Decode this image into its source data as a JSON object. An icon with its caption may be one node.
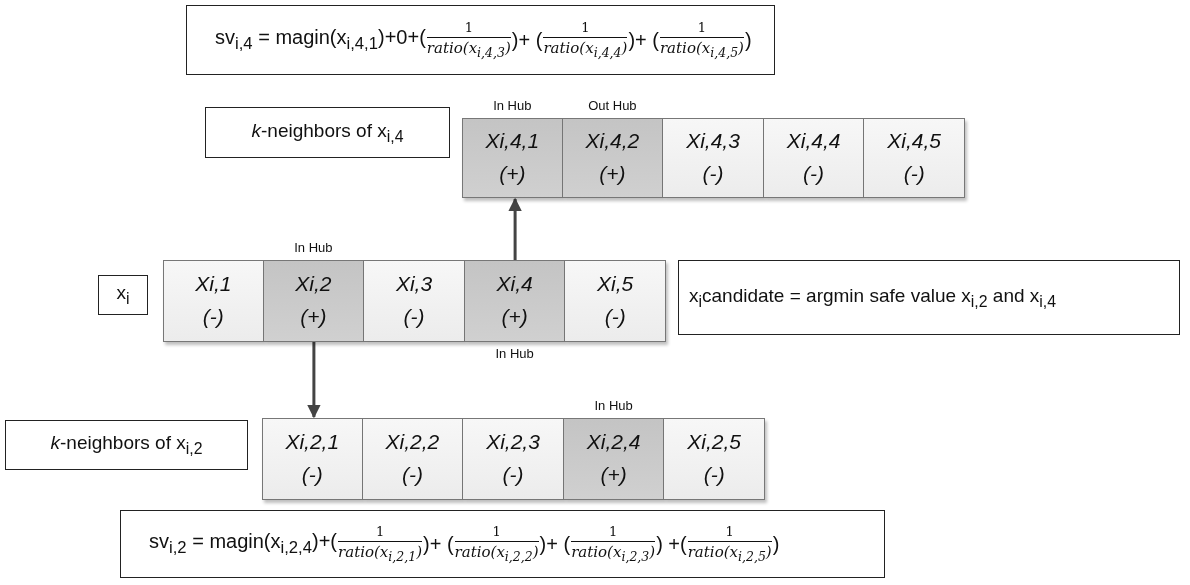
{
  "diagram": {
    "nodes": [
      {
        "text": [
          "sv$_{i,4}$ = magin(x$_{i,4,1}$)+0+(",
          "1",
          "ratio(x$_{i,4,3}$)",
          ")+ (",
          "1",
          "ratio(x$_{i,4,4}$)",
          ")+ (",
          "1",
          "ratio(x$_{i,4,5}$)",
          ")"
        ]
      },
      {
        "text": [
          "*k*-neighbors of x$_{i,4}$"
        ]
      },
      {
        "text": [
          "Xi,4,1",
          "(+)"
        ],
        "beside": [
          "In Hub"
        ]
      },
      {
        "text": [
          "Xi,4,2",
          "(+)"
        ],
        "beside": [
          "Out Hub"
        ]
      },
      {
        "text": [
          "Xi,4,3",
          "(-)"
        ]
      },
      {
        "text": [
          "Xi,4,4",
          "(-)"
        ]
      },
      {
        "text": [
          "Xi,4,5",
          "(-)"
        ]
      },
      {
        "text": [
          "x$_{i}$"
        ]
      },
      {
        "text": [
          "Xi,1",
          "(-)"
        ]
      },
      {
        "text": [
          "Xi,2",
          "(+)"
        ],
        "beside": [
          "In Hub"
        ]
      },
      {
        "text": [
          "Xi,3",
          "(-)"
        ]
      },
      {
        "text": [
          "Xi,4",
          "(+)"
        ],
        "beside": [
          "In Hub"
        ]
      },
      {
        "text": [
          "Xi,5",
          "(-)"
        ]
      },
      {
        "text": [
          "x$_{i}$candidate = argmin safe value x$_{i,2}$ and x$_{i,4}$"
        ]
      },
      {
        "text": [
          "*k*-neighbors of x$_{i,2}$"
        ]
      },
      {
        "text": [
          "Xi,2,1",
          "(-)"
        ]
      },
      {
        "text": [
          "Xi,2,2",
          "(-)"
        ]
      },
      {
        "text": [
          "Xi,2,3",
          "(-)"
        ]
      },
      {
        "text": [
          "Xi,2,4",
          "(+)"
        ],
        "beside": [
          "In Hub"
        ]
      },
      {
        "text": [
          "Xi,2,5",
          "(-)"
        ]
      },
      {
        "text": [
          "sv$_{i,2}$ = magin(x$_{i,2,4}$)+(",
          "1",
          "ratio(x$_{i,2,1}$)",
          ")+ (",
          "1",
          "ratio(x$_{i,2,2}$)",
          ")+ (",
          "1",
          "ratio(x$_{i,2,3}$)",
          ") +(",
          "1",
          "ratio(x$_{i,2,5}$)",
          ")"
        ]
      }
    ],
    "edges": [
      {
        "from": 11,
        "to": 2,
        "arrow": "to"
      },
      {
        "from": 9,
        "to": 15,
        "arrow": "to"
      }
    ]
  }
}
